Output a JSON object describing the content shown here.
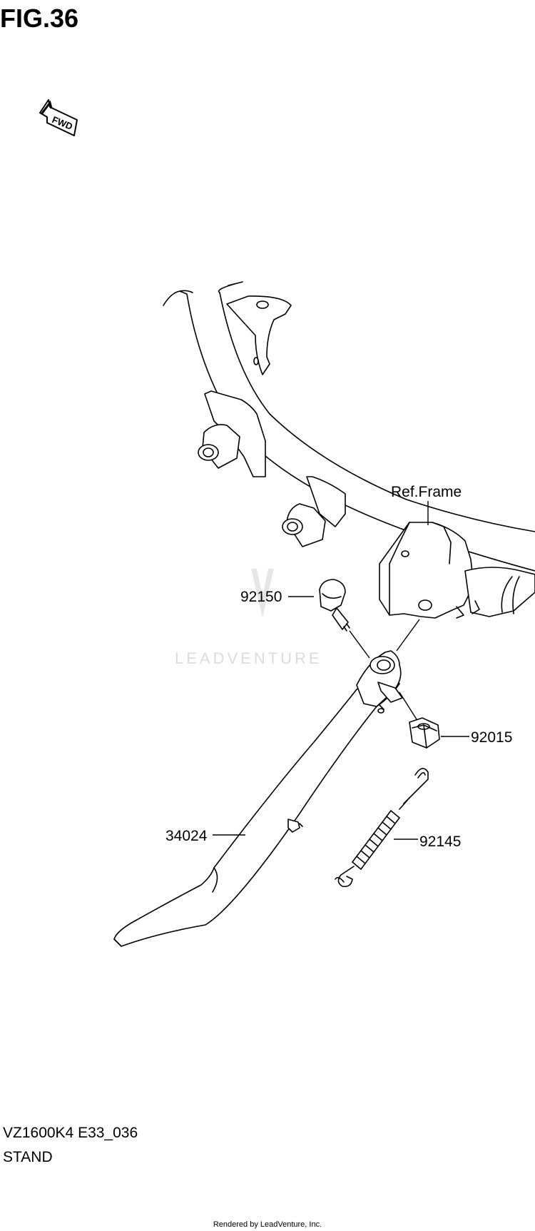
{
  "figure": {
    "title": "FIG.36",
    "direction_badge": "FWD",
    "model_code": "VZ1600K4 E33_036",
    "section_name": "STAND"
  },
  "labels": {
    "ref_frame": "Ref.Frame",
    "part_92150": "92150",
    "part_92015": "92015",
    "part_34024": "34024",
    "part_92145": "92145"
  },
  "watermark": {
    "brand_text": "LEADVENTURE",
    "brand_color": "#dcdcdc"
  },
  "footer": {
    "rendered_by": "Rendered by LeadVenture, Inc."
  }
}
